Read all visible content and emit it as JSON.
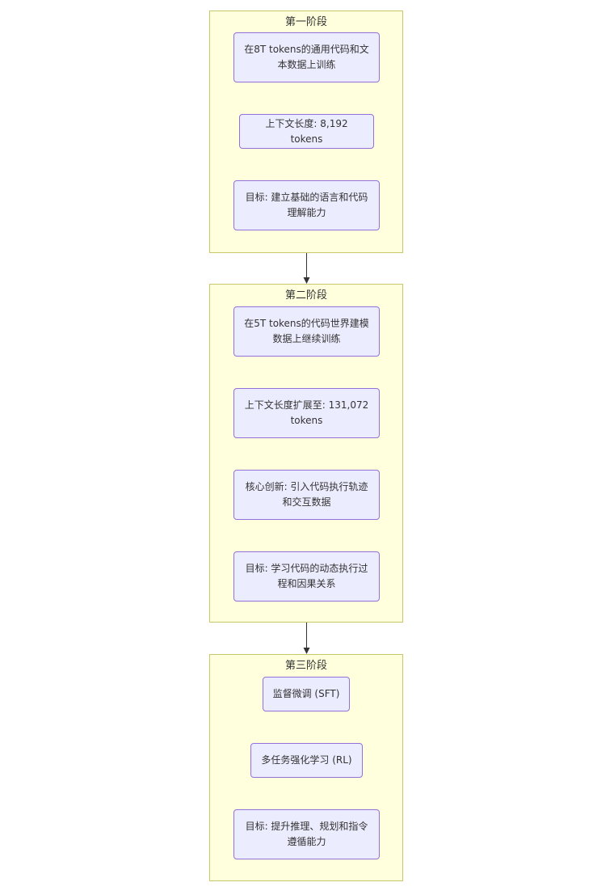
{
  "stages": [
    {
      "title": "第一阶段",
      "nodes": [
        "在8T tokens的通用代码和文本数据上训练",
        "上下文长度: 8,192 tokens",
        "目标: 建立基础的语言和代码理解能力"
      ]
    },
    {
      "title": "第二阶段",
      "nodes": [
        "在5T tokens的代码世界建模数据上继续训练",
        "上下文长度扩展至: 131,072 tokens",
        "核心创新: 引入代码执行轨迹和交互数据",
        "目标: 学习代码的动态执行过程和因果关系"
      ]
    },
    {
      "title": "第三阶段",
      "nodes": [
        "监督微调 (SFT)",
        "多任务强化学习 (RL)",
        "目标: 提升推理、规划和指令遵循能力"
      ]
    }
  ],
  "colors": {
    "cluster_fill": "#ffffde",
    "cluster_border": "#aaaa33",
    "node_fill": "#ececff",
    "node_border": "#9370db",
    "edge": "#333333"
  }
}
